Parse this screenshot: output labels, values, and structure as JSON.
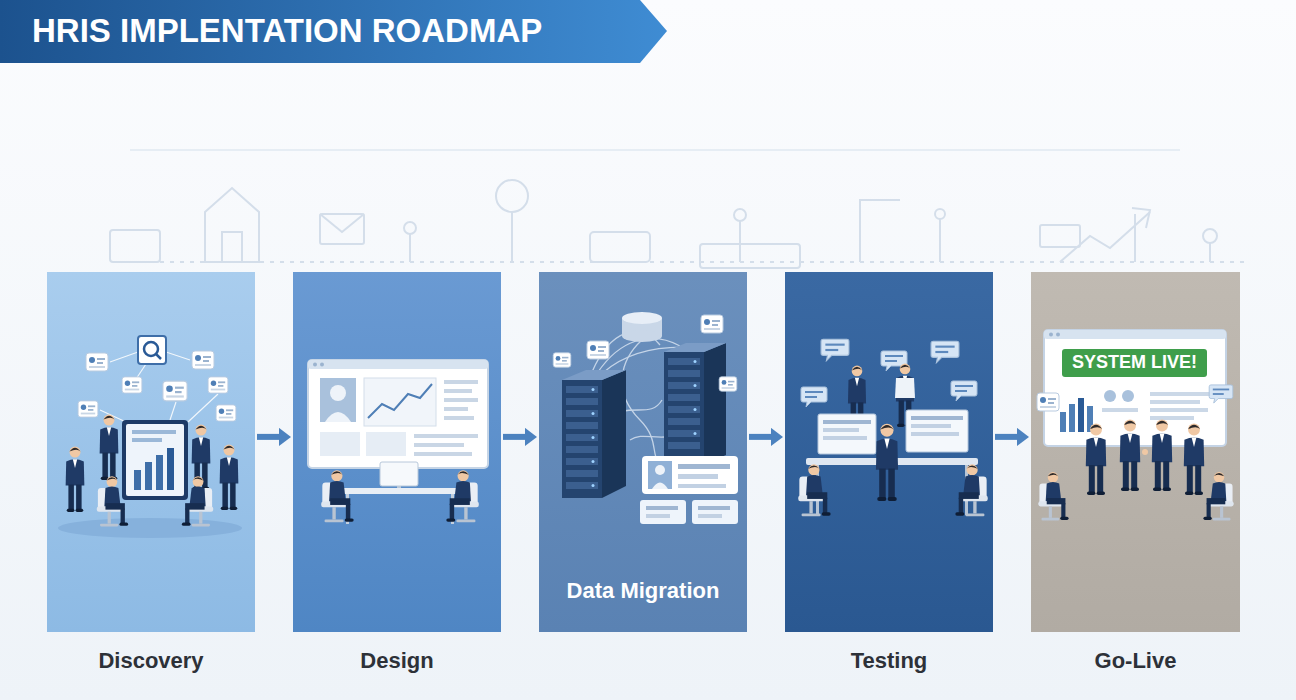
{
  "diagram": {
    "title": "HRIS IMPLENTATION ROADMAP",
    "nodes": [
      {
        "text": [
          "Discovery"
        ]
      },
      {
        "text": [
          "Design"
        ]
      },
      {
        "text": [
          "Data Migration"
        ]
      },
      {
        "text": [
          "Testing"
        ]
      },
      {
        "text": [
          "Go-Live"
        ]
      }
    ],
    "edges": [
      {
        "from": 0,
        "to": 1,
        "arrow": "to"
      },
      {
        "from": 1,
        "to": 2,
        "arrow": "to"
      },
      {
        "from": 2,
        "to": 3,
        "arrow": "to"
      },
      {
        "from": 3,
        "to": 4,
        "arrow": "to"
      }
    ],
    "labels": [
      "SYSTEM LIVE!"
    ]
  }
}
